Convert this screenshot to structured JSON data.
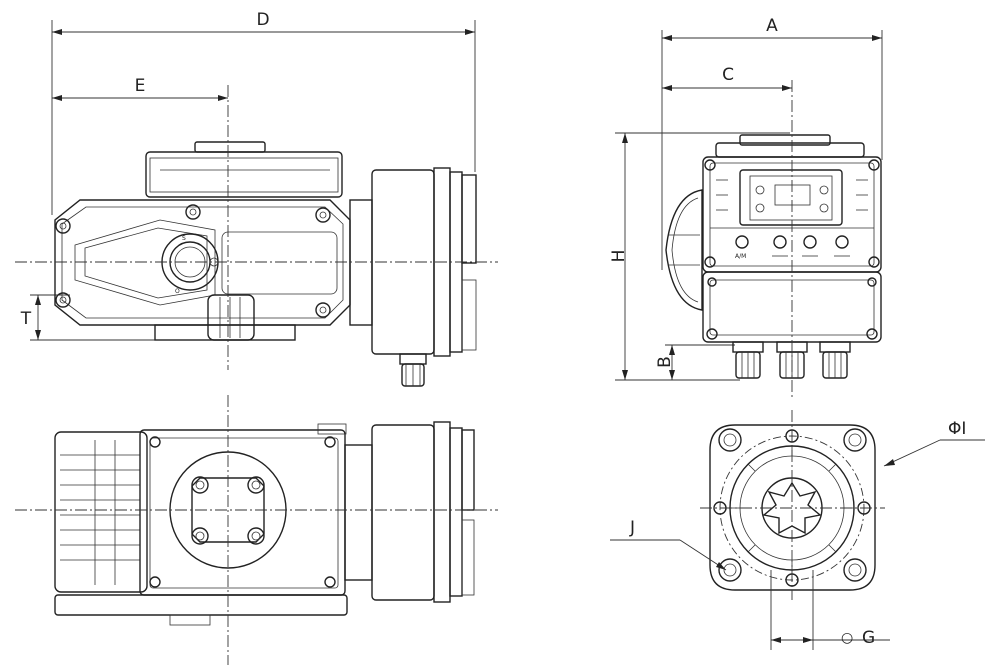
{
  "dimensions": {
    "D": "D",
    "E": "E",
    "T": "T",
    "A": "A",
    "C": "C",
    "H": "H",
    "B": "B",
    "PhiI": "ΦI",
    "J": "J",
    "G": "G",
    "G_symbol": "○"
  },
  "panel": {
    "am": "A/M"
  },
  "colors": {
    "line": "#222222",
    "background": "#ffffff"
  }
}
